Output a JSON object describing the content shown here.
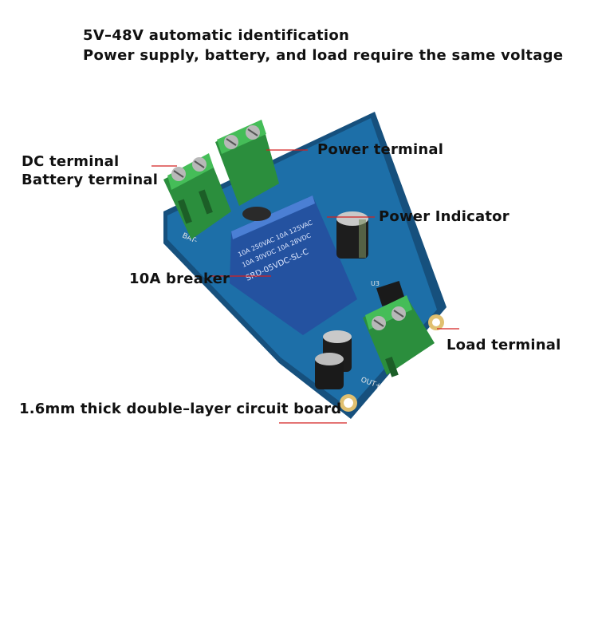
{
  "header": {
    "line1": "5V–48V automatic identification",
    "line2": "Power supply, battery, and load require the same voltage"
  },
  "labels": {
    "dc_terminal": "DC terminal",
    "battery_terminal": "Battery terminal",
    "power_terminal": "Power terminal",
    "power_indicator": "Power Indicator",
    "breaker": "10A breaker",
    "load_terminal": "Load terminal",
    "board": "1.6mm thick double–layer circuit board"
  },
  "relay": {
    "brand": "SRD-05VDC-SL-C",
    "rating_1": "10A 250VAC  10A 125VAC",
    "rating_2": "10A 30VDC  10A 28VDC"
  },
  "silkscreen": {
    "bat": "BAT-",
    "out": "OUT+",
    "u3": "U3"
  },
  "colors": {
    "pcb": "#1d6fa8",
    "terminal": "#35a84c",
    "relay": "#2f63b8",
    "leader_line": "#d42020"
  }
}
